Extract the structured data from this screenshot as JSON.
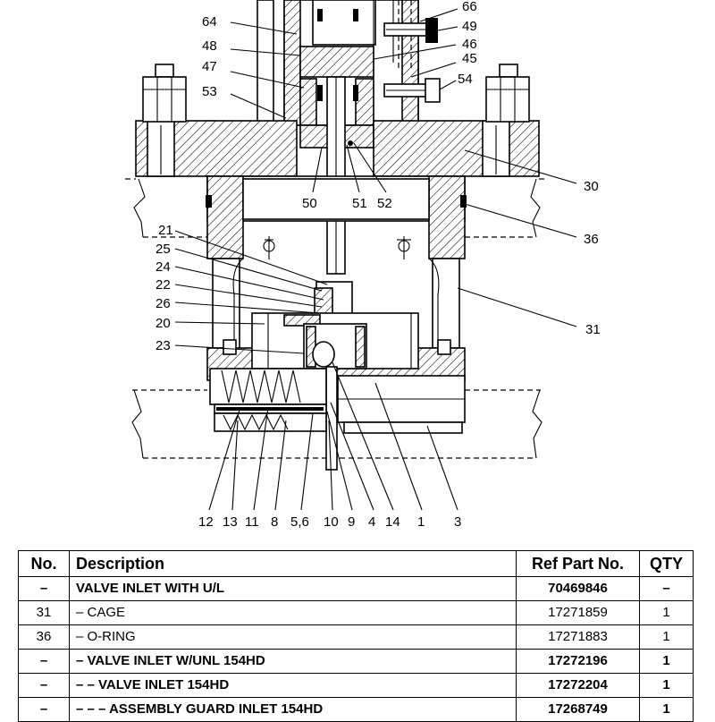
{
  "callouts": [
    "64",
    "48",
    "47",
    "53",
    "66",
    "49",
    "46",
    "45",
    "54",
    "30",
    "36",
    "31",
    "50",
    "51",
    "52",
    "21",
    "25",
    "24",
    "22",
    "26",
    "20",
    "23",
    "12",
    "13",
    "11",
    "8",
    "5,6",
    "10",
    "9",
    "4",
    "14",
    "1",
    "3"
  ],
  "table": {
    "headers": {
      "no": "No.",
      "description": "Description",
      "ref": "Ref Part No.",
      "qty": "QTY"
    },
    "rows": [
      {
        "no": "–",
        "description": "VALVE INLET WITH U/L",
        "ref": "70469846",
        "qty": "–",
        "bold": true
      },
      {
        "no": "31",
        "description": "– CAGE",
        "ref": "17271859",
        "qty": "1",
        "bold": false
      },
      {
        "no": "36",
        "description": "– O-RING",
        "ref": "17271883",
        "qty": "1",
        "bold": false
      },
      {
        "no": "–",
        "description": "– VALVE INLET W/UNL 154HD",
        "ref": "17272196",
        "qty": "1",
        "bold": true
      },
      {
        "no": "–",
        "description": "– – VALVE INLET 154HD",
        "ref": "17272204",
        "qty": "1",
        "bold": true
      },
      {
        "no": "–",
        "description": "– – – ASSEMBLY GUARD INLET 154HD",
        "ref": "17268749",
        "qty": "1",
        "bold": true
      }
    ]
  }
}
